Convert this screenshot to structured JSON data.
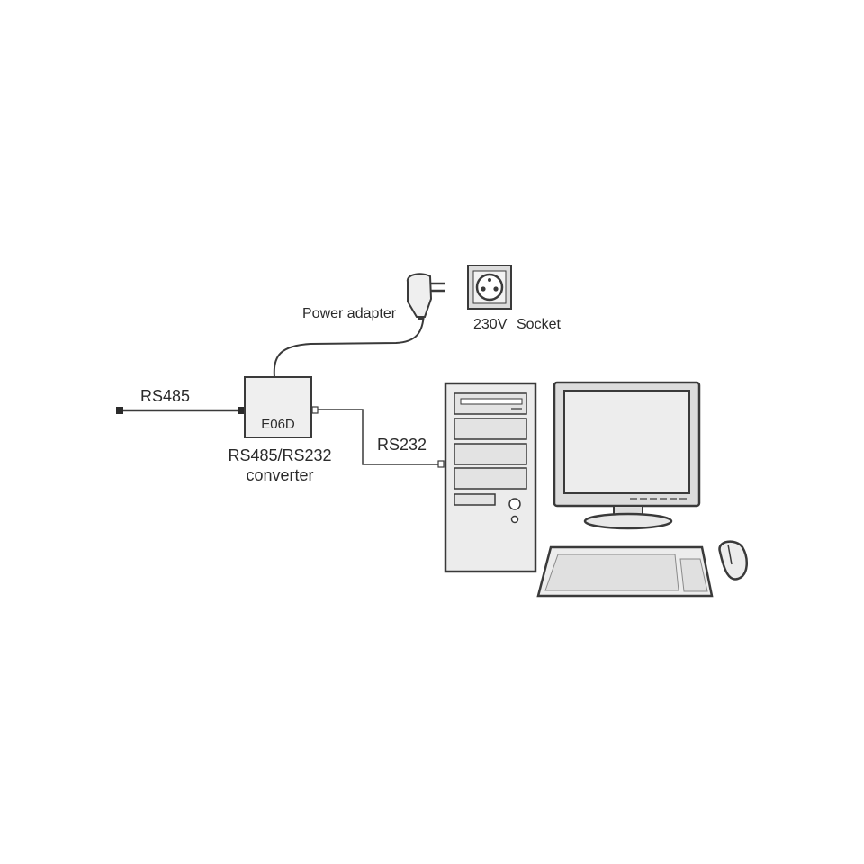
{
  "labels": {
    "power_adapter": "Power adapter",
    "socket_voltage": "230V",
    "socket": "Socket",
    "rs485": "RS485",
    "rs232": "RS232",
    "converter_model": "E06D",
    "converter_line1": "RS485/RS232",
    "converter_line2": "converter"
  },
  "icons": {
    "adapter": "power-adapter-icon",
    "socket": "power-socket-icon",
    "converter": "converter-box-icon",
    "tower": "pc-tower-icon",
    "monitor": "monitor-icon",
    "keyboard": "keyboard-icon",
    "mouse": "mouse-icon"
  },
  "colors": {
    "stroke": "#3a3a3a",
    "fill_light": "#efefef",
    "fill_mid": "#dcdcdc",
    "background": "#ffffff"
  }
}
